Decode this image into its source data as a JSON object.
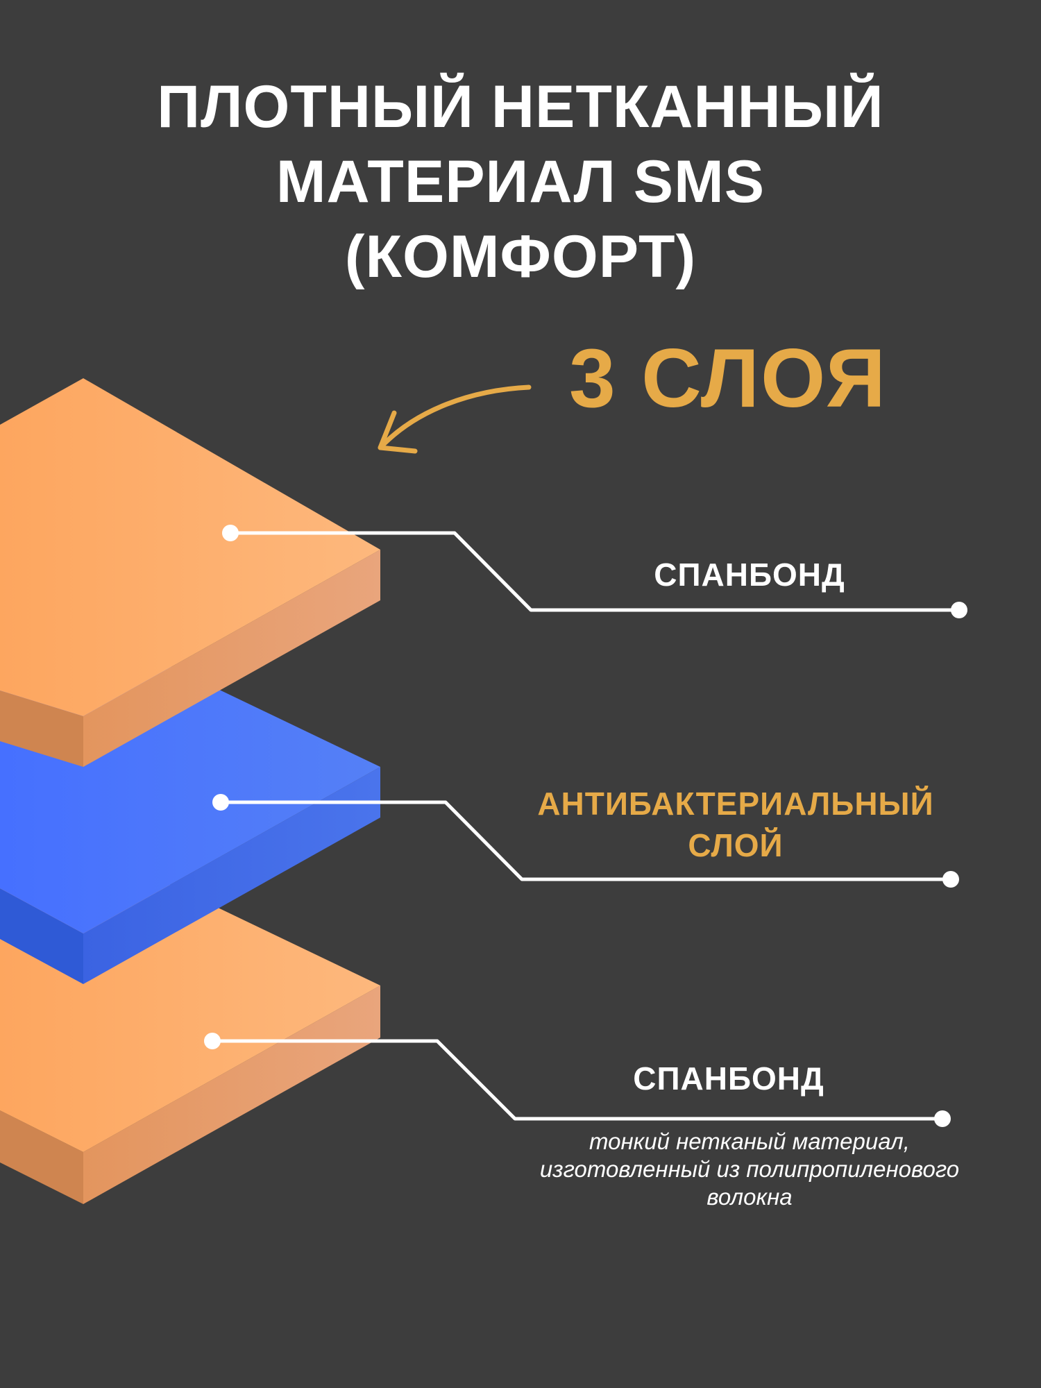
{
  "title": {
    "lines": [
      "ПЛОТНЫЙ НЕТКАННЫЙ",
      "МАТЕРИАЛ SMS",
      "(КОМФОРТ)"
    ]
  },
  "layers_count": "3 СЛОЯ",
  "layers": [
    {
      "label_lines": [
        "СПАНБОНД"
      ]
    },
    {
      "label_lines": [
        "АНТИБАКТЕРИАЛЬНЫЙ",
        "СЛОЙ"
      ]
    },
    {
      "label_lines": [
        "СПАНБОНД"
      ]
    }
  ],
  "bottom_layer_description": [
    "тонкий нетканый материал,",
    "изготовленный из полипропиленового",
    "волокна"
  ],
  "colors": {
    "background": "#3d3d3d",
    "accent": "#e6aa48",
    "text": "#ffffff",
    "orange_layer": "#fdae69",
    "blue_layer": "#4a74f6"
  },
  "icons": [
    "curved-arrow-icon"
  ]
}
